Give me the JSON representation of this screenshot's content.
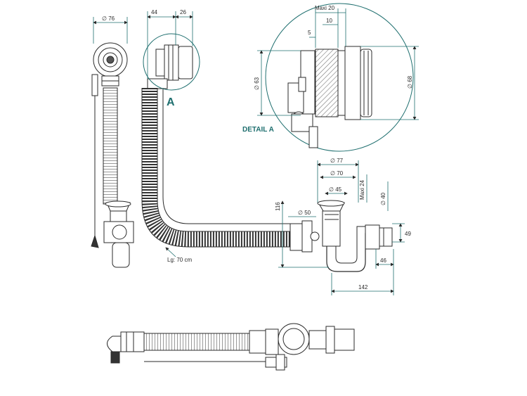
{
  "colors": {
    "line": "#2b2b2b",
    "dim": "#1f6f6f",
    "accent": "#2a7a7a",
    "hatch": "#888888"
  },
  "labels": {
    "detail_marker": "A",
    "detail_title": "DETAIL A",
    "hose_length": "Lg: 70 cm"
  },
  "dims": {
    "d76": "∅ 76",
    "d44": "44",
    "d26": "26",
    "maxi20": "Maxi  20",
    "d10": "10",
    "d5": "5",
    "d63": "∅ 63",
    "d68": "∅ 68",
    "d77": "∅ 77",
    "d70": "∅ 70",
    "d45": "∅ 45",
    "maxi24": "Maxi  24",
    "d40": "∅ 40",
    "d116": "116",
    "d50": "∅ 50",
    "d49": "49",
    "d46": "46",
    "d142": "142"
  }
}
